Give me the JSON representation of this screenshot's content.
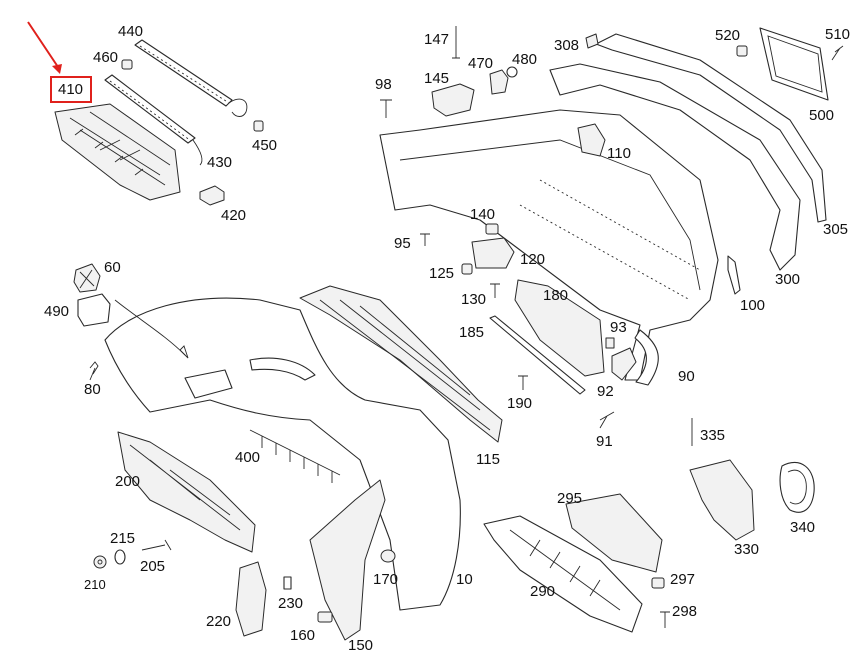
{
  "highlight": {
    "color": "#e0211c",
    "label": "410"
  },
  "callouts": {
    "c10": "10",
    "c60": "60",
    "c80": "80",
    "c90": "90",
    "c91": "91",
    "c92": "92",
    "c93": "93",
    "c95": "95",
    "c98": "98",
    "c100": "100",
    "c110": "110",
    "c115": "115",
    "c120": "120",
    "c125": "125",
    "c130": "130",
    "c140": "140",
    "c145": "145",
    "c147": "147",
    "c150": "150",
    "c160": "160",
    "c170": "170",
    "c180": "180",
    "c185": "185",
    "c190": "190",
    "c200": "200",
    "c205": "205",
    "c210": "210",
    "c215": "215",
    "c220": "220",
    "c230": "230",
    "c290": "290",
    "c295": "295",
    "c297": "297",
    "c298": "298",
    "c300": "300",
    "c305": "305",
    "c308": "308",
    "c330": "330",
    "c335": "335",
    "c340": "340",
    "c400": "400",
    "c420": "420",
    "c430": "430",
    "c440": "440",
    "c450": "450",
    "c460": "460",
    "c470": "470",
    "c480": "480",
    "c490": "490",
    "c500": "500",
    "c510": "510",
    "c520": "520"
  }
}
